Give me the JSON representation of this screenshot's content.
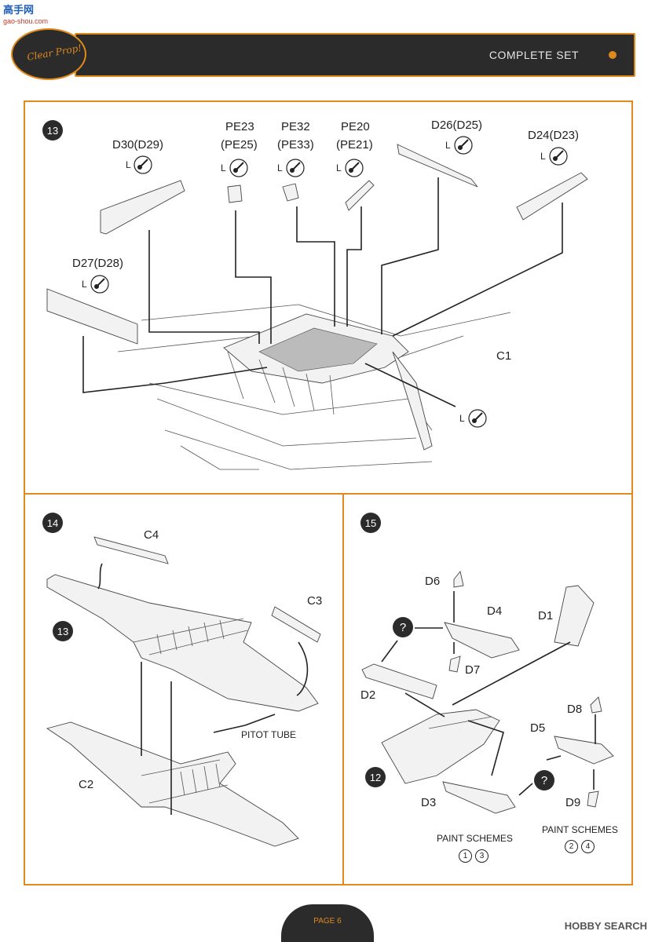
{
  "watermark": {
    "brand": "高手网",
    "url": "gao-shou.com"
  },
  "header": {
    "logo_text": "Clear Prop!",
    "title": "COMPLETE SET"
  },
  "step13": {
    "number": "13",
    "parts": {
      "d30": "D30(D29)",
      "pe23": "PE23",
      "pe25": "(PE25)",
      "pe32": "PE32",
      "pe33": "(PE33)",
      "pe20": "PE20",
      "pe21": "(PE21)",
      "d26": "D26(D25)",
      "d24": "D24(D23)",
      "d27": "D27(D28)",
      "c1": "C1"
    },
    "paint_label": "L"
  },
  "step14": {
    "number": "14",
    "sub_step": "13",
    "parts": {
      "c4": "C4",
      "c3": "C3",
      "c2": "C2",
      "pitot": "PITOT TUBE"
    }
  },
  "step15": {
    "number": "15",
    "sub_step": "12",
    "question": "?",
    "parts": {
      "d6": "D6",
      "d4": "D4",
      "d1": "D1",
      "d7": "D7",
      "d2": "D2",
      "d8": "D8",
      "d5": "D5",
      "d3": "D3",
      "d9": "D9"
    },
    "paint_schemes_label": "PAINT SCHEMES",
    "schemes_left": [
      "1",
      "3"
    ],
    "schemes_right": [
      "2",
      "4"
    ]
  },
  "footer": {
    "page": "PAGE 6",
    "brand": "HOBBY SEARCH"
  },
  "colors": {
    "accent": "#e08a1e",
    "dark": "#2b2b2b"
  }
}
